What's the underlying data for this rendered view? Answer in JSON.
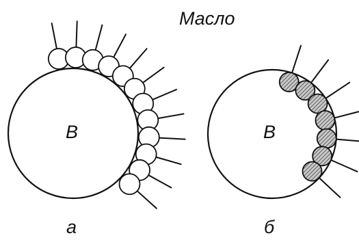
{
  "labels": {
    "medium": "Масло",
    "droplet_a": "B",
    "droplet_b": "B",
    "caption_a": "а",
    "caption_b": "б"
  },
  "panels": [
    {
      "id": "a",
      "particles_per_side": 12,
      "particle_fill": "none"
    },
    {
      "id": "b",
      "particles_per_side": 7,
      "particle_fill": "hatched"
    }
  ],
  "colors": {
    "stroke": "#111111",
    "background": "#ffffff",
    "hatch_fill": "#bdbdbd"
  }
}
